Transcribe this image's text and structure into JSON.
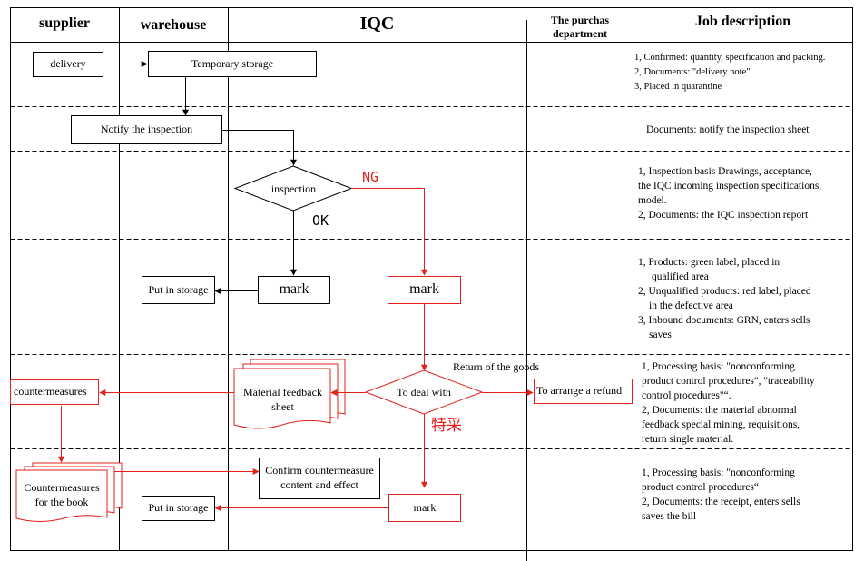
{
  "columns": {
    "supplier": "supplier",
    "warehouse": "warehouse",
    "iqc": "IQC",
    "purchasing_line1": "The purchas",
    "purchasing_line2": "department",
    "job_description": "Job description"
  },
  "nodes": {
    "delivery": "delivery",
    "temporary_storage": "Temporary storage",
    "notify_inspection": "Notify the inspection",
    "inspection": "inspection",
    "mark_ok": "mark",
    "put_in_storage_1": "Put in storage",
    "mark_ng": "mark",
    "material_feedback_line1": "Material feedback",
    "material_feedback_line2": "sheet",
    "to_deal_with": "To deal with",
    "countermeasures": "countermeasures",
    "to_arrange_refund": "To arrange a refund",
    "countermeasures_book_line1": "Countermeasures",
    "countermeasures_book_line2": "for the book",
    "confirm_countermeasure_line1": "Confirm countermeasure",
    "confirm_countermeasure_line2": "content and effect",
    "put_in_storage_2": "Put in storage",
    "mark_special": "mark"
  },
  "edge_labels": {
    "ng": "NG",
    "ok": "OK",
    "return_goods": "Return of the goods",
    "special": "特采"
  },
  "job_descriptions": {
    "row1": [
      "1, Confirmed: quantity, specification and packing.",
      "2, Documents: \"delivery note\"",
      "3, Placed in quarantine"
    ],
    "row2": [
      "Documents: notify the inspection sheet"
    ],
    "row3": [
      "1, Inspection basis Drawings, acceptance,",
      "the IQC incoming inspection specifications,",
      "model.",
      "2, Documents: the IQC inspection report"
    ],
    "row4": [
      "1, Products: green label, placed in",
      "qualified area",
      "2, Unqualified products: red label, placed",
      "in the defective area",
      "3, Inbound documents: GRN, enters sells",
      "saves"
    ],
    "row5": [
      "1, Processing basis: \"nonconforming",
      "product control procedures\", \"traceability",
      "control procedures\"“.",
      "2, Documents: the material abnormal",
      "feedback special mining, requisitions,",
      "return single material."
    ],
    "row6": [
      "1, Processing basis: \"nonconforming",
      "product control procedures“",
      "2, Documents: the receipt, enters sells",
      "saves the bill"
    ]
  },
  "colors": {
    "line": "#000000",
    "accent_red": "#e3201b",
    "background": "#ffffff"
  }
}
